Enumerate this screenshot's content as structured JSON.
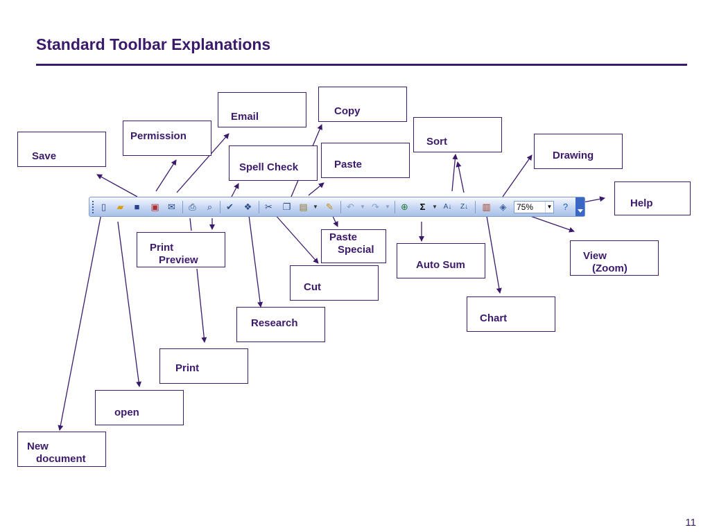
{
  "slide": {
    "title": "Standard Toolbar Explanations",
    "page_number": "11"
  },
  "labels": {
    "save": "Save",
    "permission": "Permission",
    "email": "Email",
    "copy": "Copy",
    "sort": "Sort",
    "drawing": "Drawing",
    "help": "Help",
    "spell_check": "Spell Check",
    "paste": "Paste",
    "print_preview_1": "Print",
    "print_preview_2": "Preview",
    "paste_special_1": "Paste",
    "paste_special_2": "Special",
    "auto_sum": "Auto Sum",
    "view_1": "View",
    "view_2": "(Zoom)",
    "cut": "Cut",
    "research": "Research",
    "chart": "Chart",
    "print": "Print",
    "open": "open",
    "new_document_1": "New",
    "new_document_2": "document"
  },
  "toolbar": {
    "zoom_value": "75%",
    "icons": [
      "new-document-icon",
      "open-folder-icon",
      "save-disk-icon",
      "permission-icon",
      "email-icon",
      "print-icon",
      "print-preview-icon",
      "spell-check-icon",
      "research-icon",
      "cut-scissors-icon",
      "copy-icon",
      "paste-icon",
      "format-painter-icon",
      "undo-icon",
      "redo-icon",
      "hyperlink-icon",
      "autosum-sigma-icon",
      "sort-ascending-icon",
      "sort-descending-icon",
      "chart-icon",
      "drawing-icon",
      "help-icon"
    ]
  },
  "colors": {
    "accent": "#3b1a6b",
    "toolbar_bg": "#c5d6f2"
  }
}
